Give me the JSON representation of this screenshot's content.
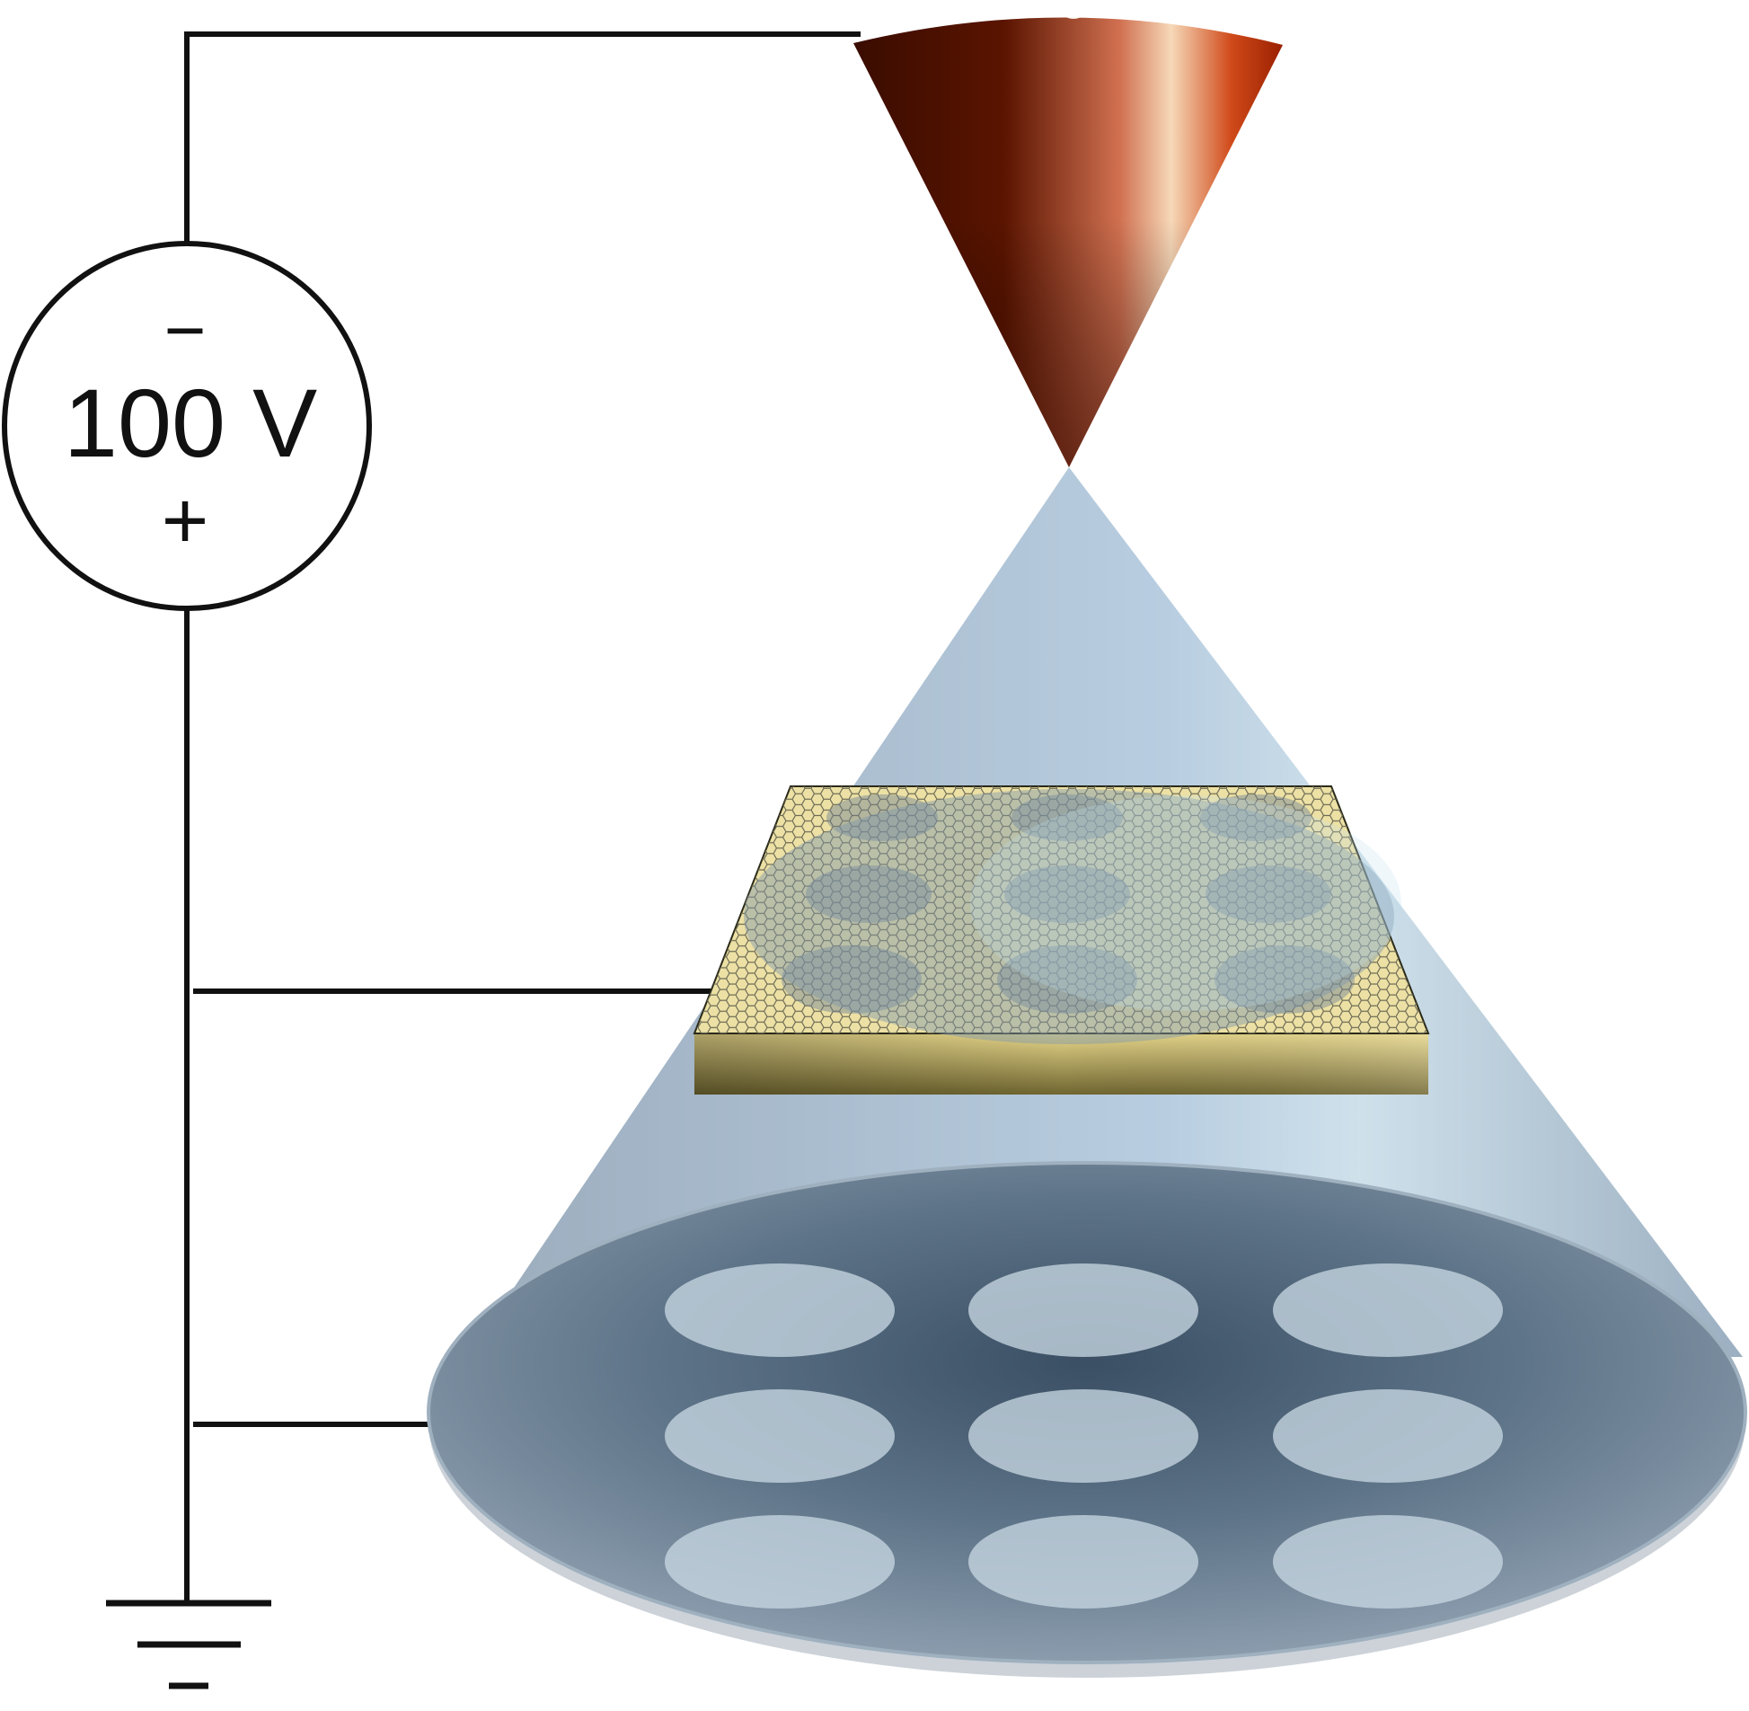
{
  "source": {
    "voltage_label": "100 V",
    "negative_symbol": "−",
    "positive_symbol": "+"
  },
  "colors": {
    "wire": "#111111",
    "tip_dark": "#5a1400",
    "tip_light": "#f2c2a0",
    "beam": "#8ea6ba",
    "sample_gold": "#e9d98a",
    "sample_side": "#b9a94a",
    "detector_dark": "#3e5468",
    "spot": "#c6d6e2"
  },
  "icons": {
    "ground": "ground-symbol-icon",
    "tip": "emitter-tip-cone",
    "beam": "electron-beam-cone",
    "sample": "graphene-membrane-sample",
    "detector": "detector-screen"
  },
  "spot_grid": {
    "rows": 3,
    "cols": 3
  }
}
